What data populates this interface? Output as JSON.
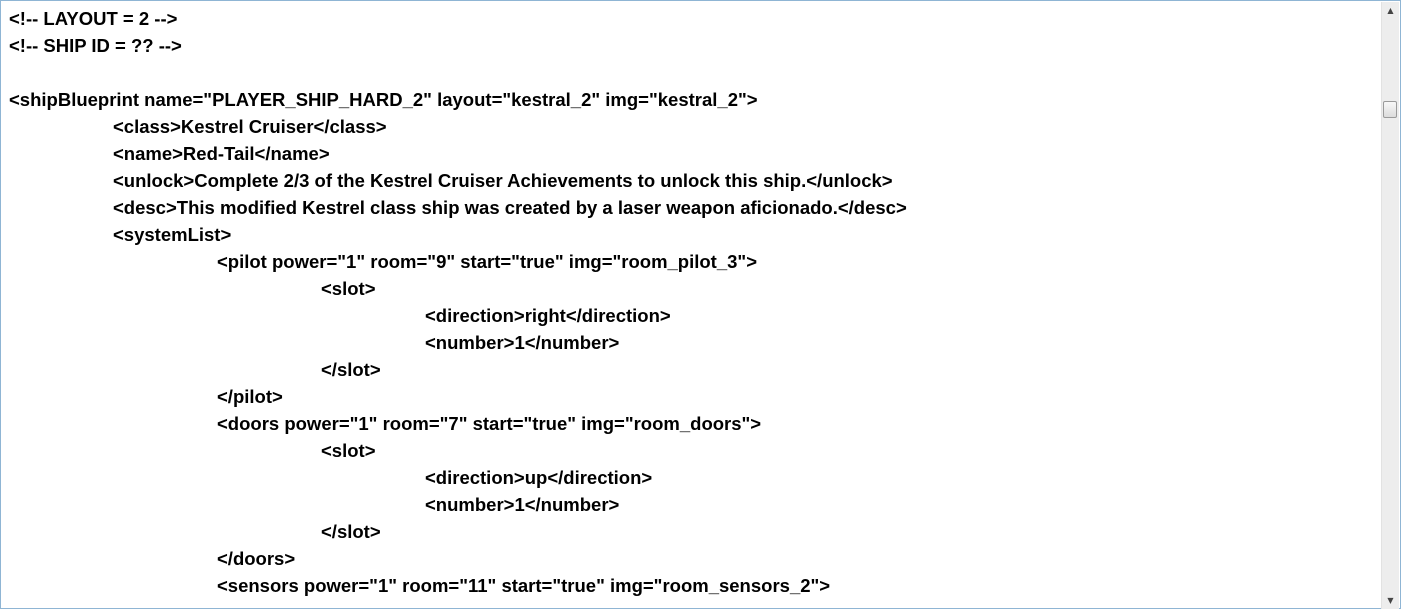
{
  "lines": [
    {
      "indent": 0,
      "text": "<!-- LAYOUT = 2 -->"
    },
    {
      "indent": 0,
      "text": "<!-- SHIP ID = ?? -->"
    },
    {
      "indent": 0,
      "text": ""
    },
    {
      "indent": 0,
      "text": "<shipBlueprint name=\"PLAYER_SHIP_HARD_2\" layout=\"kestral_2\" img=\"kestral_2\">"
    },
    {
      "indent": 1,
      "text": "<class>Kestrel Cruiser</class>"
    },
    {
      "indent": 1,
      "text": "<name>Red-Tail</name>"
    },
    {
      "indent": 1,
      "text": "<unlock>Complete 2/3 of the Kestrel Cruiser Achievements to unlock this ship.</unlock>"
    },
    {
      "indent": 1,
      "text": "<desc>This modified Kestrel class ship was created by a laser weapon aficionado.</desc>"
    },
    {
      "indent": 1,
      "text": "<systemList>"
    },
    {
      "indent": 2,
      "text": "<pilot power=\"1\" room=\"9\" start=\"true\" img=\"room_pilot_3\">"
    },
    {
      "indent": 3,
      "text": "<slot>"
    },
    {
      "indent": 4,
      "text": "<direction>right</direction>"
    },
    {
      "indent": 4,
      "text": "<number>1</number>"
    },
    {
      "indent": 3,
      "text": "</slot>"
    },
    {
      "indent": 2,
      "text": "</pilot>"
    },
    {
      "indent": 2,
      "text": "<doors power=\"1\" room=\"7\" start=\"true\" img=\"room_doors\">"
    },
    {
      "indent": 3,
      "text": "<slot>"
    },
    {
      "indent": 4,
      "text": "<direction>up</direction>"
    },
    {
      "indent": 4,
      "text": "<number>1</number>"
    },
    {
      "indent": 3,
      "text": "</slot>"
    },
    {
      "indent": 2,
      "text": "</doors>"
    },
    {
      "indent": 2,
      "text": "<sensors power=\"1\" room=\"11\" start=\"true\" img=\"room_sensors_2\">"
    }
  ],
  "scrollbar": {
    "position_fraction": 0.17
  }
}
